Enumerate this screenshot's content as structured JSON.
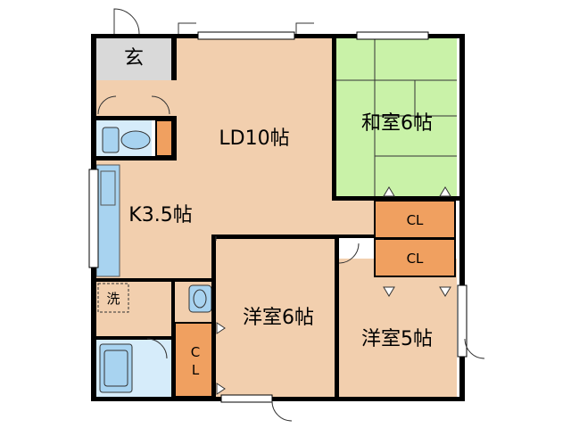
{
  "rooms": {
    "entrance": "玄",
    "ld": "LD10帖",
    "washitsu": "和室6帖",
    "kitchen": "K3.5帖",
    "youshitsu6": "洋室6帖",
    "youshitsu5": "洋室5帖",
    "laundry": "洗",
    "closet_upper": "CL",
    "closet_lower": "CL",
    "closet_vertical_c": "C",
    "closet_vertical_l": "L"
  },
  "colors": {
    "wall": "#000000",
    "wood_floor": "#f2cfae",
    "tatami": "#c9f2a8",
    "tile_grey": "#d9d9d9",
    "wet_area": "#d6ecfa",
    "fixture_blue": "#a8d3f0",
    "closet_orange": "#f0a060"
  }
}
